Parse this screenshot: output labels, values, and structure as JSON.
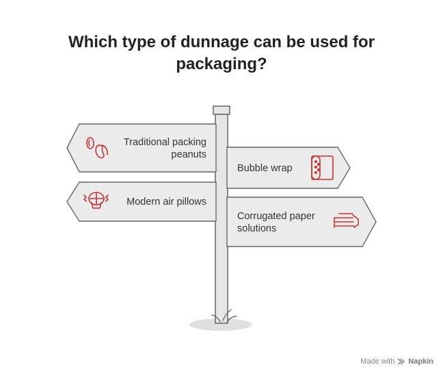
{
  "title": "Which type of dunnage can be used for packaging?",
  "signs": [
    {
      "text": "Traditional packing peanuts",
      "icon": "packing-peanuts-icon",
      "direction": "left"
    },
    {
      "text": "Bubble wrap",
      "icon": "bubble-wrap-icon",
      "direction": "right"
    },
    {
      "text": "Modern air pillows",
      "icon": "air-pillow-icon",
      "direction": "left"
    },
    {
      "text": "Corrugated paper solutions",
      "icon": "corrugated-paper-icon",
      "direction": "right"
    }
  ],
  "watermark": {
    "prefix": "Made with",
    "brand": "Napkin"
  },
  "colors": {
    "accent": "#d32f2f",
    "sign_fill": "#ebebeb",
    "outline": "#666666",
    "post": "#e6e6e6"
  }
}
